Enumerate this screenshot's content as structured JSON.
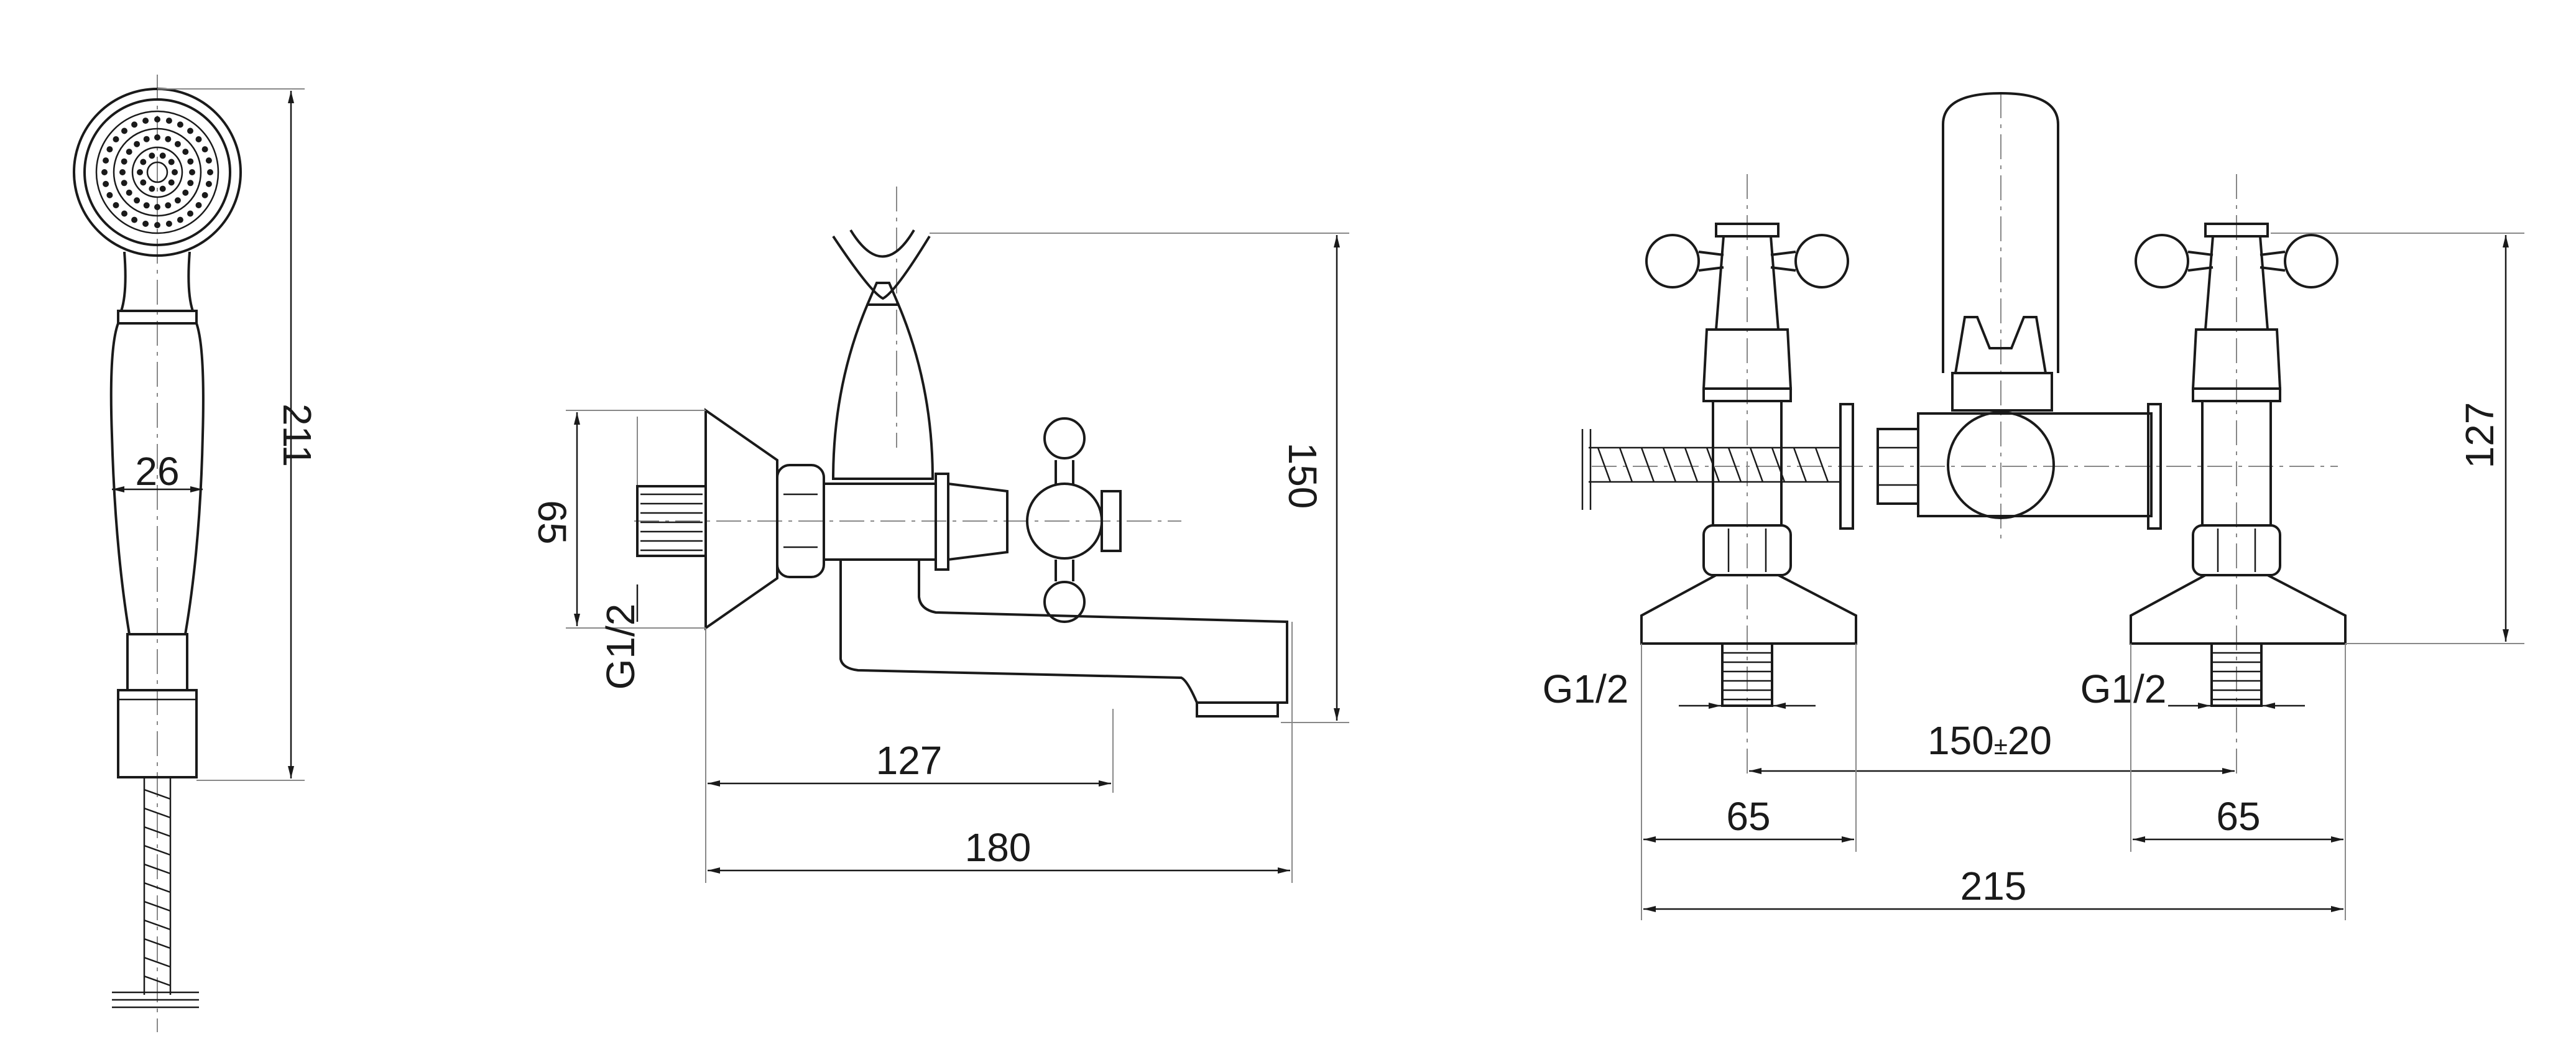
{
  "drawing": {
    "hand_shower": {
      "height": "211",
      "handle_width": "26"
    },
    "wall_mixer": {
      "connection": "G1/2",
      "inlet_offset": "65",
      "spout_height": "150",
      "spout_reach": "127",
      "overall_length": "180"
    },
    "deck_mixer": {
      "connection_left": "G1/2",
      "connection_right": "G1/2",
      "centers": "150",
      "centers_tolerance_symbol": "±",
      "centers_tolerance": "20",
      "body_height": "127",
      "left_base": "65",
      "right_base": "65",
      "overall_width": "215"
    }
  },
  "colors": {
    "line": "#1a1a1a",
    "centerline": "#888888",
    "background": "#ffffff"
  }
}
